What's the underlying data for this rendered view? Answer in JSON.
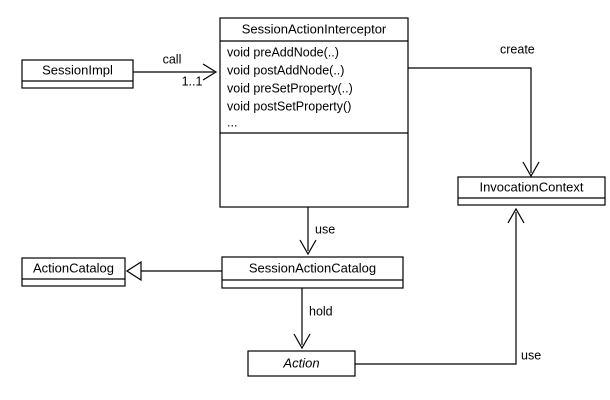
{
  "diagram": {
    "title": "SessionActionInterceptor UML class diagram",
    "type": "uml-class-diagram",
    "background_color": "#ffffff",
    "line_color": "#000000",
    "fill_color": "#ffffff"
  },
  "classes": [
    {
      "id": "session-impl",
      "name": "SessionImpl",
      "abstract": false,
      "members": [],
      "has_empty_compartment": true
    },
    {
      "id": "session-action-interceptor",
      "name": "SessionActionInterceptor",
      "abstract": false,
      "members": [
        "void preAddNode(..)",
        "void postAddNode(..)",
        "void preSetProperty(..)",
        "void postSetProperty()",
        "..."
      ],
      "has_empty_compartment": true
    },
    {
      "id": "invocation-context",
      "name": "InvocationContext",
      "abstract": false,
      "members": [],
      "has_empty_compartment": true
    },
    {
      "id": "action-catalog",
      "name": "ActionCatalog",
      "abstract": false,
      "members": [],
      "has_empty_compartment": true
    },
    {
      "id": "session-action-catalog",
      "name": "SessionActionCatalog",
      "abstract": false,
      "members": [],
      "has_empty_compartment": true
    },
    {
      "id": "action",
      "name": "Action",
      "abstract": true,
      "members": [],
      "has_empty_compartment": false
    }
  ],
  "relationships": [
    {
      "id": "call",
      "from": "session-impl",
      "to": "session-action-interceptor",
      "label": "call",
      "multiplicity": "1..1",
      "arrow": "open"
    },
    {
      "id": "create",
      "from": "session-action-interceptor",
      "to": "invocation-context",
      "label": "create",
      "multiplicity": "",
      "arrow": "open"
    },
    {
      "id": "use-catalog",
      "from": "session-action-interceptor",
      "to": "session-action-catalog",
      "label": "use",
      "multiplicity": "",
      "arrow": "open"
    },
    {
      "id": "inherit",
      "from": "session-action-catalog",
      "to": "action-catalog",
      "label": "",
      "multiplicity": "",
      "arrow": "hollow-triangle"
    },
    {
      "id": "hold",
      "from": "session-action-catalog",
      "to": "action",
      "label": "hold",
      "multiplicity": "",
      "arrow": "open"
    },
    {
      "id": "use-context",
      "from": "action",
      "to": "invocation-context",
      "label": "use",
      "multiplicity": "",
      "arrow": "open"
    }
  ]
}
